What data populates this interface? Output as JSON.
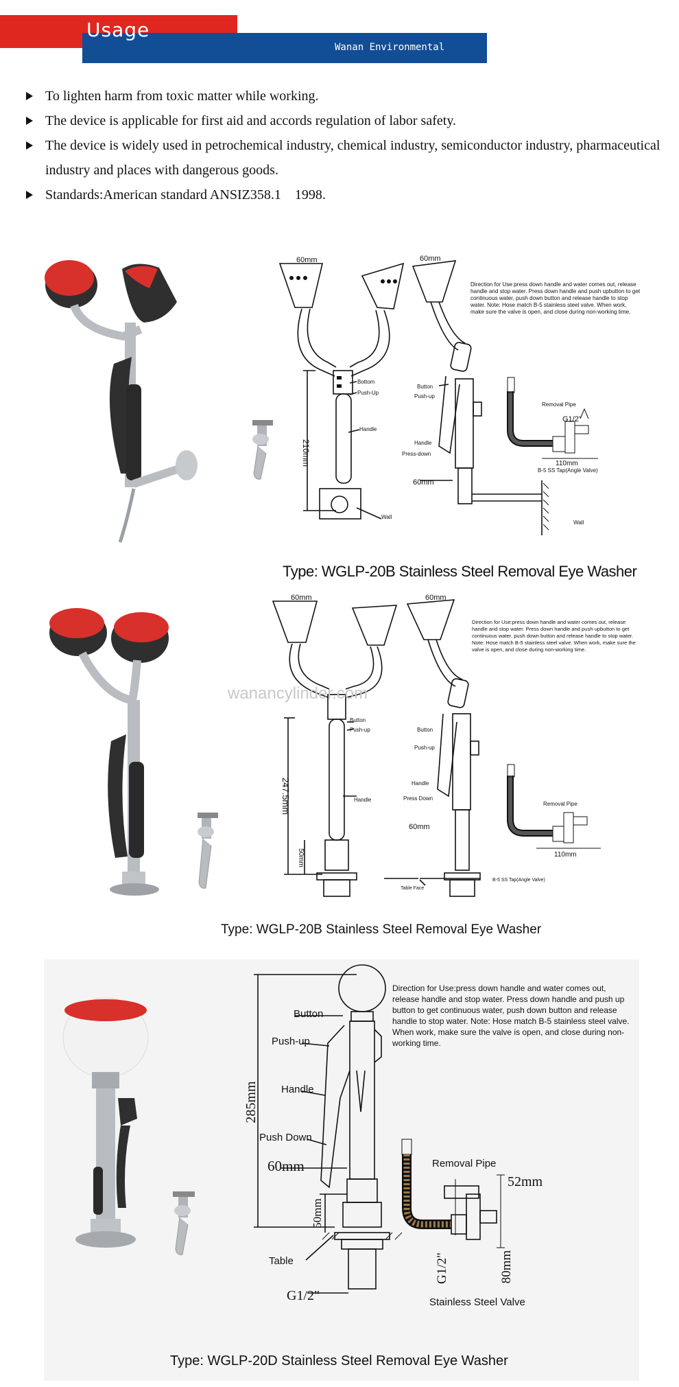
{
  "header": {
    "usage_title": "Usage",
    "brand": "Wanan Environmental"
  },
  "usage_items": [
    "To lighten harm from toxic matter while working.",
    "The device is applicable for first aid and accords regulation of labor safety.",
    "The device is widely used in petrochemical industry, chemical industry, semiconductor industry, pharmaceutical industry and places with dangerous goods.",
    "Standards:American standard ANSIZ358.1　1998."
  ],
  "watermark": "wanancylinder.com",
  "section1": {
    "caption": "Type:  WGLP-20B Stainless Steel Removal Eye Washer",
    "note": "Direction for Use:press down handle and water comes out, release handle and stop water. Press down handle and push upbutton to get continuous water, push down button and release handle to stop water. Note: Hose match B-5 stainless steel valve. When work, make sure the valve is open, and close during non-working time.",
    "labels": {
      "dim_top_left": "60mm",
      "dim_top_right": "60mm",
      "dim_height": "210mm",
      "button_front": "Bottom",
      "pushup_front": "Push-Up",
      "handle_front": "Handle",
      "wall_front": "Wall",
      "button_side": "Button",
      "pushup_side": "Push-up",
      "handle_side": "Handle",
      "pressdown_side": "Press-down",
      "dim_60": "60mm",
      "wall_side": "Wall",
      "removal_pipe": "Removal Pipe",
      "thread": "G1/2\"",
      "dim_110": "110mm",
      "valve": "B-5 SS Tap(Angle Valve)"
    }
  },
  "section2": {
    "caption": "Type:  WGLP-20B Stainless Steel Removal Eye Washer",
    "note": "Direction for Use:press down handle and water comes out, release handle and stop water. Press down handle and push upbutton to get continuous water, push down button and release handle to stop water. Note: Hose match B-5 stainless steel valve. When work, make sure the valve is open, and close during non-working time.",
    "labels": {
      "dim_top_left": "60mm",
      "dim_top_right": "60mm",
      "dim_height": "247.5mm",
      "dim_50": "50mm",
      "button_front": "Button",
      "pushup_front": "Push-up",
      "handle_front": "Handle",
      "table_face": "Table Face",
      "valve": "B-5 SS Tap(Angle Valve)",
      "button_side": "Button",
      "pushup_side": "Push-up",
      "handle_side": "Handle",
      "pressdown_side": "Press Down",
      "dim_60": "60mm",
      "removal_pipe": "Removal Pipe",
      "dim_110": "110mm"
    }
  },
  "section3": {
    "caption": "Type: WGLP-20D Stainless Steel Removal Eye Washer",
    "note": "Direction for Use:press down handle and water comes out, release handle and stop water. Press down handle and push up button to get continuous water, push down button and release handle to stop water. Note: Hose match B-5 stainless steel valve. When work, make sure the valve is open, and close during non-working time.",
    "labels": {
      "button": "Button",
      "pushup": "Push-up",
      "handle": "Handle",
      "dim_285": "285mm",
      "push_down": "Push Down",
      "dim_60": "60mm",
      "dim_50": "50mm",
      "table": "Table",
      "thread_bottom": "G1/2\"",
      "removal_pipe": "Removal Pipe",
      "dim_52": "52mm",
      "thread_side": "G1/2\"",
      "dim_80": "80mm",
      "valve": "Stainless Steel Valve"
    }
  },
  "colors": {
    "red": "#e0271f",
    "blue": "#124e96",
    "bowl_red": "#d8302a",
    "steel": "#b9bcc0"
  }
}
